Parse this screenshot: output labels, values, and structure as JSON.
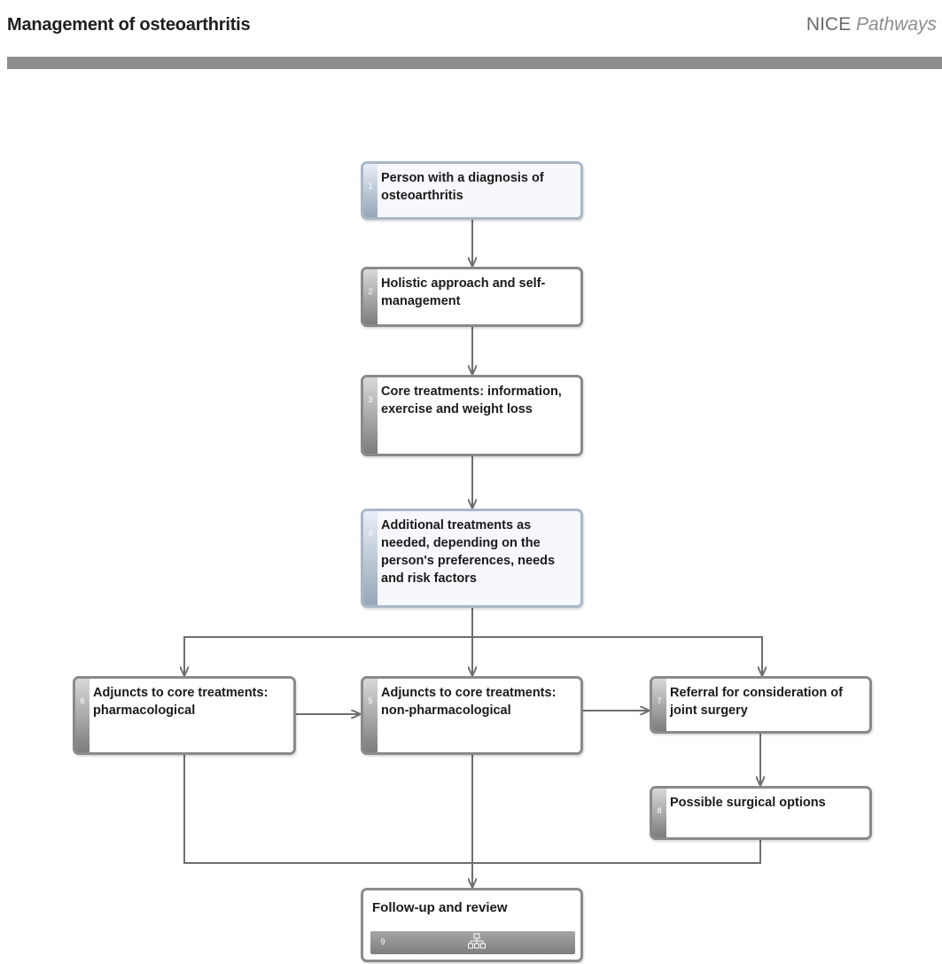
{
  "header": {
    "title": "Management of osteoarthritis",
    "brand_strong": "NICE",
    "brand_italic": "Pathways"
  },
  "nodes": [
    {
      "number": "1",
      "label": "Person with a diagnosis of osteoarthritis"
    },
    {
      "number": "2",
      "label": "Holistic approach and self-management"
    },
    {
      "number": "3",
      "label": "Core treatments: information, exercise and weight loss"
    },
    {
      "number": "4",
      "label": "Additional treatments as needed, depending on the person's preferences, needs and risk factors"
    },
    {
      "number": "6",
      "label": "Adjuncts to core treatments: pharmacological"
    },
    {
      "number": "5",
      "label": "Adjuncts to core treatments: non-pharmacological"
    },
    {
      "number": "7",
      "label": "Referral for consideration of joint surgery"
    },
    {
      "number": "8",
      "label": "Possible surgical options"
    },
    {
      "number": "9",
      "label": "Follow-up and review"
    }
  ],
  "icons": {
    "subpathway": "hierarchy-icon"
  },
  "colors": {
    "header_rule": "#8e8e8e",
    "node_border": "#8a8a8a",
    "highlight_border": "#a9b7c6",
    "connector": "#6e6e6e"
  }
}
